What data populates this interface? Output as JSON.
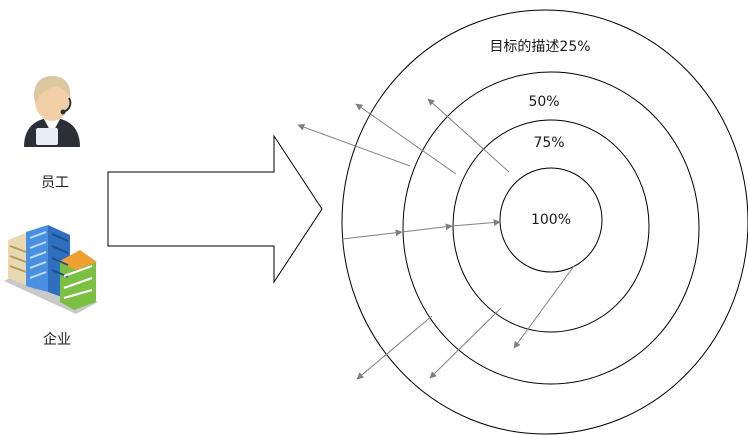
{
  "left_panel": {
    "employee_label": "员工",
    "enterprise_label": "企业"
  },
  "target_rings": {
    "outer_label": "目标的描述25%",
    "ring2_label": "50%",
    "ring3_label": "75%",
    "center_label": "100%"
  },
  "colors": {
    "stroke": "#000000",
    "arrow": "#808080",
    "background": "#ffffff",
    "skin": "#f2cfa6",
    "hair": "#dcc8a0",
    "suit": "#2c2f36",
    "building_blue": "#4a90e2",
    "building_green": "#7bc043",
    "building_beige": "#e8d9b0"
  }
}
